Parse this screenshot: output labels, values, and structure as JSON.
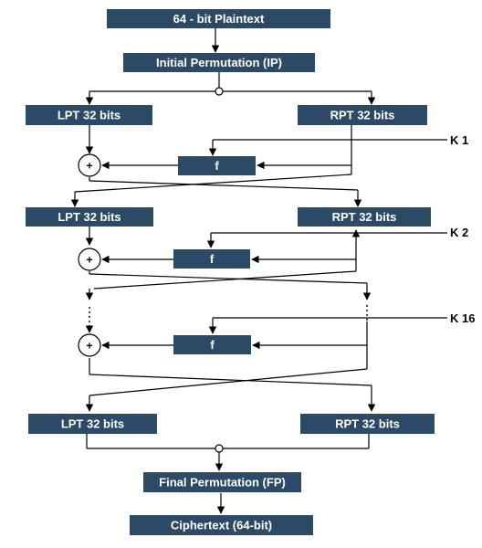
{
  "colors": {
    "box_fill": "#2c4a66",
    "box_text": "#ffffff",
    "line": "#000000"
  },
  "boxes": {
    "plaintext": "64 - bit Plaintext",
    "initial_permutation": "Initial Permutation (IP)",
    "lpt_1": "LPT 32 bits",
    "rpt_1": "RPT 32 bits",
    "f_1": "f",
    "lpt_2": "LPT 32 bits",
    "rpt_2": "RPT 32 bits",
    "f_2": "f",
    "f_16": "f",
    "lpt_final": "LPT 32 bits",
    "rpt_final": "RPT 32 bits",
    "final_permutation": "Final Permutation (FP)",
    "ciphertext": "Ciphertext (64-bit)"
  },
  "keys": {
    "k1": "K 1",
    "k2": "K 2",
    "k16": "K 16"
  },
  "xor_symbol": "+"
}
